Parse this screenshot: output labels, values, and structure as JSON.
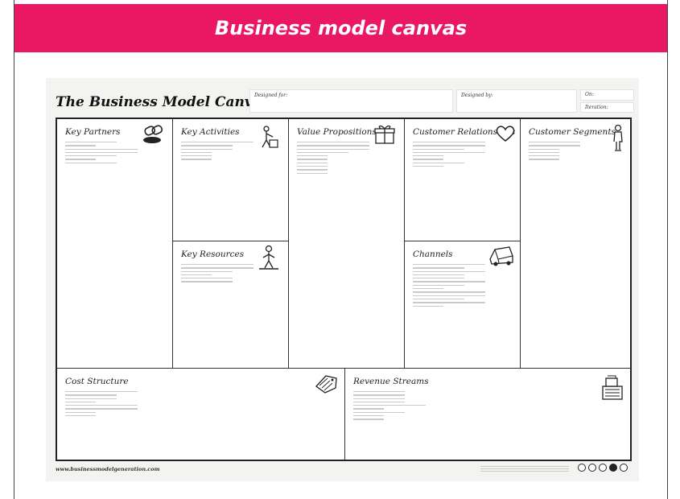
{
  "header": {
    "title": "Business model canvas"
  },
  "canvas": {
    "title": "The Business Model Canvas",
    "designed_for_label": "Designed for:",
    "designed_by_label": "Designed by:",
    "on_label": "On:",
    "iteration_label": "Iteration:",
    "footer_url": "www.businessmodelgeneration.com"
  },
  "blocks": {
    "key_partners": "Key Partners",
    "key_activities": "Key Activities",
    "key_resources": "Key Resources",
    "value_propositions": "Value Propositions",
    "customer_relationships": "Customer Relationships",
    "channels": "Channels",
    "customer_segments": "Customer Segments",
    "cost_structure": "Cost Structure",
    "revenue_streams": "Revenue Streams"
  },
  "icons": {
    "key_partners": "chain-link-icon",
    "key_activities": "worker-icon",
    "key_resources": "factory-worker-icon",
    "value_propositions": "gift-box-icon",
    "customer_relationships": "heart-icon",
    "channels": "delivery-truck-icon",
    "customer_segments": "person-icon",
    "cost_structure": "price-tag-icon",
    "revenue_streams": "cash-register-icon"
  },
  "colors": {
    "accent": "#ea1763"
  }
}
